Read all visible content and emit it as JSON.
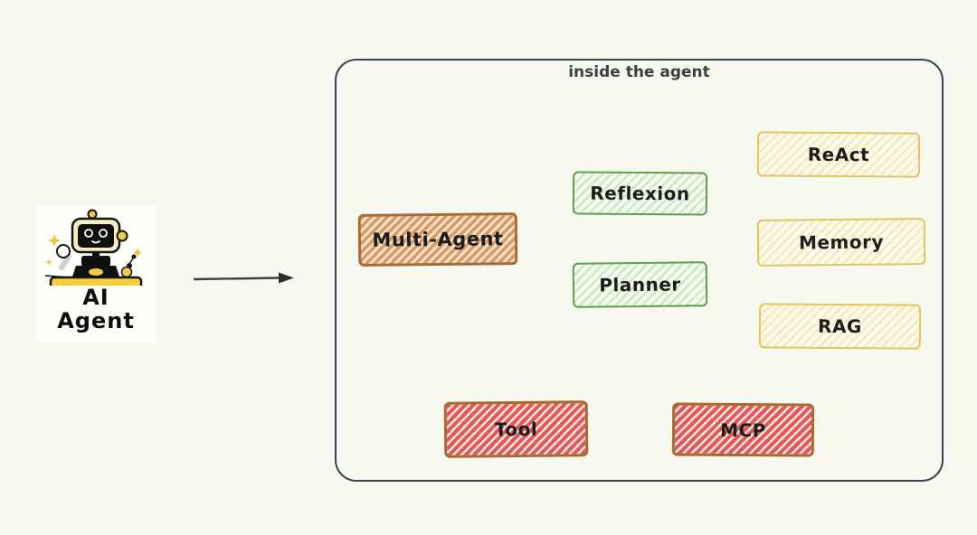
{
  "agent": {
    "name_line1": "AI",
    "name_line2": "Agent",
    "illustration": "robot-at-desk"
  },
  "arrow": {
    "direction": "right"
  },
  "container": {
    "title": "inside the agent"
  },
  "nodes": [
    {
      "id": "multi-agent",
      "label": "Multi-Agent",
      "scheme": "orange"
    },
    {
      "id": "reflexion",
      "label": "Reflexion",
      "scheme": "green"
    },
    {
      "id": "planner",
      "label": "Planner",
      "scheme": "green"
    },
    {
      "id": "react",
      "label": "ReAct",
      "scheme": "yellow"
    },
    {
      "id": "memory",
      "label": "Memory",
      "scheme": "yellow"
    },
    {
      "id": "rag",
      "label": "RAG",
      "scheme": "yellow"
    },
    {
      "id": "tool",
      "label": "Tool",
      "scheme": "red"
    },
    {
      "id": "mcp",
      "label": "MCP",
      "scheme": "red"
    }
  ],
  "colors": {
    "background": "#f7f9f0",
    "container_border": "#37474f",
    "orange_fill": "#d79a62",
    "orange_border": "#a96a33",
    "green_fill": "#cfe8c4",
    "green_border": "#5f9e4a",
    "yellow_fill": "#f3e9c0",
    "yellow_border": "#e2c55c",
    "red_fill": "#e45756",
    "red_border": "#a96a2e",
    "label_text": "#1d1d1d"
  }
}
